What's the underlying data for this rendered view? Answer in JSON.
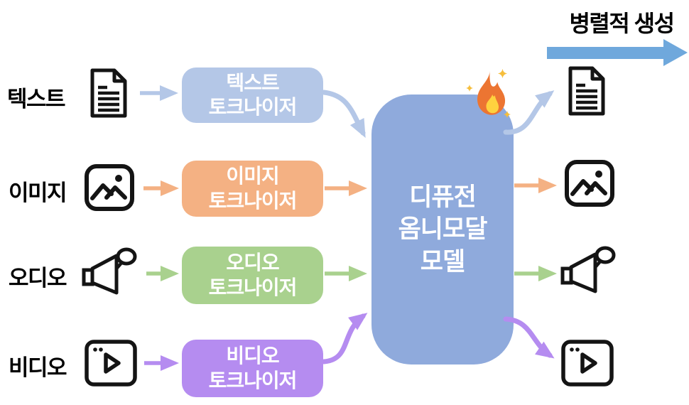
{
  "header": {
    "parallel_label": "병렬적 생성"
  },
  "inputs": [
    {
      "label": "텍스트",
      "icon": "document-icon"
    },
    {
      "label": "이미지",
      "icon": "image-icon"
    },
    {
      "label": "오디오",
      "icon": "megaphone-icon"
    },
    {
      "label": "비디오",
      "icon": "video-icon"
    }
  ],
  "tokenizers": [
    {
      "label": "텍스트\n토크나이저",
      "color": "#B4C7E7"
    },
    {
      "label": "이미지\n토크나이저",
      "color": "#F4B183"
    },
    {
      "label": "오디오\n토크나이저",
      "color": "#A9D18E"
    },
    {
      "label": "비디오\n토크나이저",
      "color": "#B58CF0"
    }
  ],
  "model": {
    "label": "디퓨전\n옴니모달\n모델",
    "color": "#8FAADC",
    "badge": "fire-emoji"
  },
  "outputs": [
    {
      "icon": "document-icon"
    },
    {
      "icon": "image-icon"
    },
    {
      "icon": "megaphone-icon"
    },
    {
      "icon": "video-icon"
    }
  ],
  "colors": {
    "text_flow": "#B4C7E7",
    "image_flow": "#F4B183",
    "audio_flow": "#A9D18E",
    "video_flow": "#B58CF0",
    "model_box": "#8FAADC",
    "parallel_arrow": "#6FA8DC",
    "flame_outer": "#EC7532",
    "flame_inner": "#FFD23F",
    "sparkle": "#F6BE3C",
    "icon_stroke": "#141414"
  }
}
